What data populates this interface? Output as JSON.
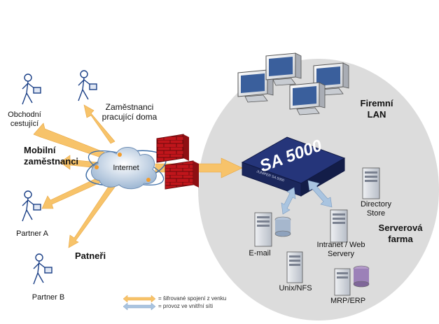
{
  "groups": {
    "mobile": "Mobilní zaměstnanci",
    "partners": "Patneři",
    "corporate_lan": "Firemní LAN",
    "server_farm": "Serverová farma"
  },
  "people": {
    "travelers": "Obchodní cestující",
    "home_workers": "Zaměstnanci pracující doma",
    "partner_a": "Partner A",
    "partner_b": "Partner B"
  },
  "network": {
    "internet": "Internet"
  },
  "appliance": {
    "name": "SA 5000",
    "badge": "JUNIPER SA 5000"
  },
  "servers": {
    "email": "E-mail",
    "unix": "Unix/NFS",
    "intranet": "Intranet / Web Servery",
    "directory": "Directory Store",
    "mrp": "MRP/ERP"
  },
  "legend": {
    "encrypted": "= šifrované spojení z venku",
    "internal": "= provoz ve vnitřní síti"
  },
  "colors": {
    "encrypted_arrow": "#f7c36a",
    "internal_arrow": "#a9c4e0",
    "firewall": "#c0151b",
    "lan_zone": "#dcdcdc",
    "appliance": "#1f2f6e"
  }
}
